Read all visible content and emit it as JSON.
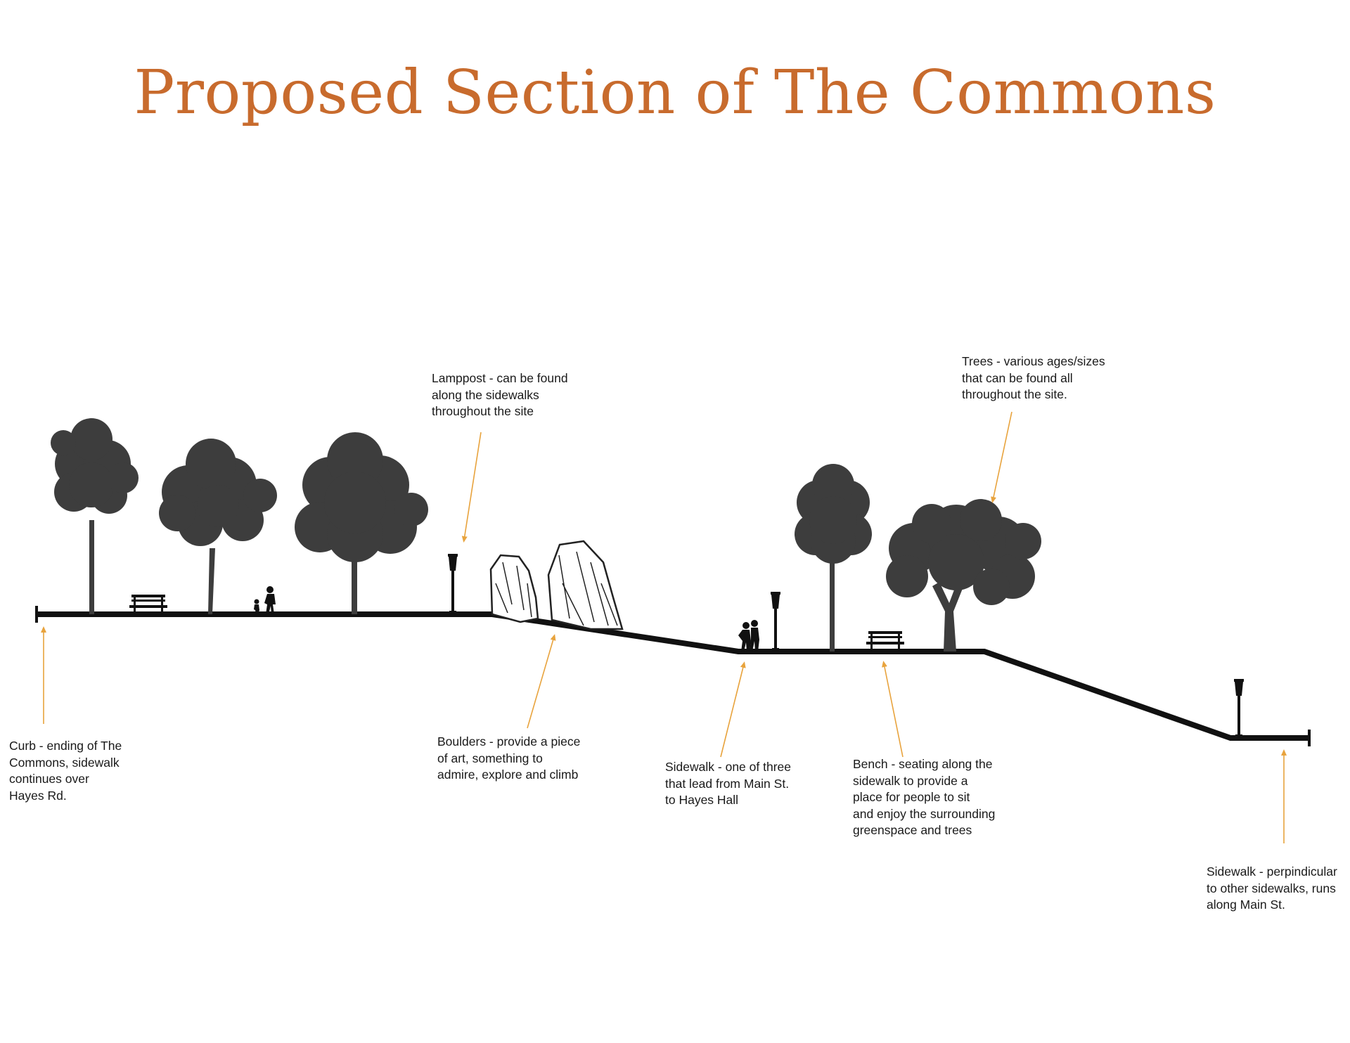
{
  "title": "Proposed Section of The Commons",
  "colors": {
    "title": "#c86b2d",
    "ground": "#111111",
    "tree": "#3d3d3d",
    "leader": "#e8a33d"
  },
  "annotations": {
    "curb": {
      "lines": [
        "Curb - ending of The",
        "Commons, sidewalk",
        "continues over",
        "Hayes Rd."
      ]
    },
    "lamppost": {
      "lines": [
        "Lamppost - can be found",
        "along the sidewalks",
        "throughout the site"
      ]
    },
    "boulders": {
      "lines": [
        "Boulders - provide a piece",
        "of art, something to",
        "admire, explore and climb"
      ]
    },
    "sidewalk_main": {
      "lines": [
        "Sidewalk - one of three",
        "that lead from Main St.",
        "to Hayes Hall"
      ]
    },
    "bench": {
      "lines": [
        "Bench - seating along the",
        "sidewalk to provide a",
        "place for people to sit",
        "and enjoy the surrounding",
        "greenspace and trees"
      ]
    },
    "trees": {
      "lines": [
        "Trees - various ages/sizes",
        "that can be found all",
        "throughout the site."
      ]
    },
    "sidewalk_perp": {
      "lines": [
        "Sidewalk - perpindicular",
        "to other sidewalks, runs",
        "along Main St."
      ]
    }
  },
  "icons": [
    "tree-icon",
    "bench-icon",
    "lamppost-icon",
    "boulder-icon",
    "person-icon"
  ]
}
